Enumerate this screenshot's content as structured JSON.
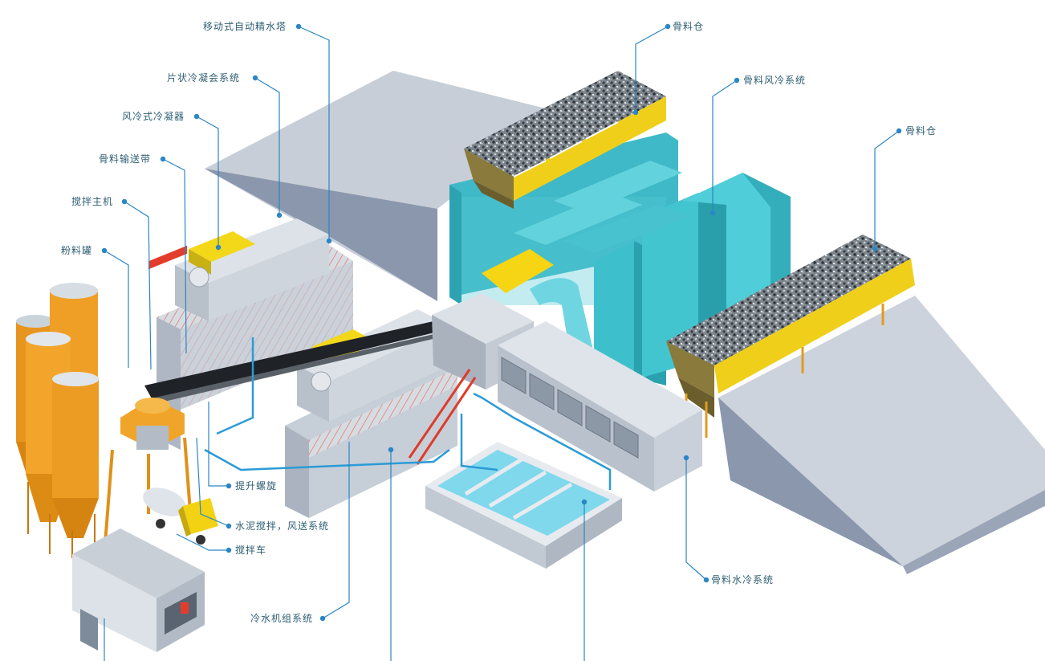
{
  "labels": {
    "mobile_cooling_tower": "移动式自动精水塔",
    "plate_heat_exchanger": "片状冷凝会系统",
    "air_cooled_condenser": "风冷式冷凝器",
    "material_conveyor": "骨料输送带",
    "mixing_host": "搅拌主机",
    "powder_tank": "粉料罐",
    "screw_lift": "提升螺旋",
    "cement_mixing_air": "水泥搅拌，风送系统",
    "mixer_truck": "搅拌车",
    "water_cooling_system": "冷水机组系统",
    "aggregate_bin_1": "骨料仓",
    "aggregate_air_cooling": "骨料风冷系统",
    "aggregate_bin_2": "骨料仓",
    "aggregate_water_cooling": "骨料水冷系统"
  },
  "colors": {
    "leader": "#2b86c5",
    "label_text": "#2f5f73",
    "silo_orange": "#e8951f",
    "cyan_unit": "#45c6d2",
    "yellow_trim": "#f5d514",
    "red_ladder": "#e03b2a",
    "grey_panel": "#c9d0d9",
    "pool_water": "#7fd8ec"
  },
  "icons": [
    "silo-icon",
    "mixer-truck-icon",
    "container-icon"
  ]
}
